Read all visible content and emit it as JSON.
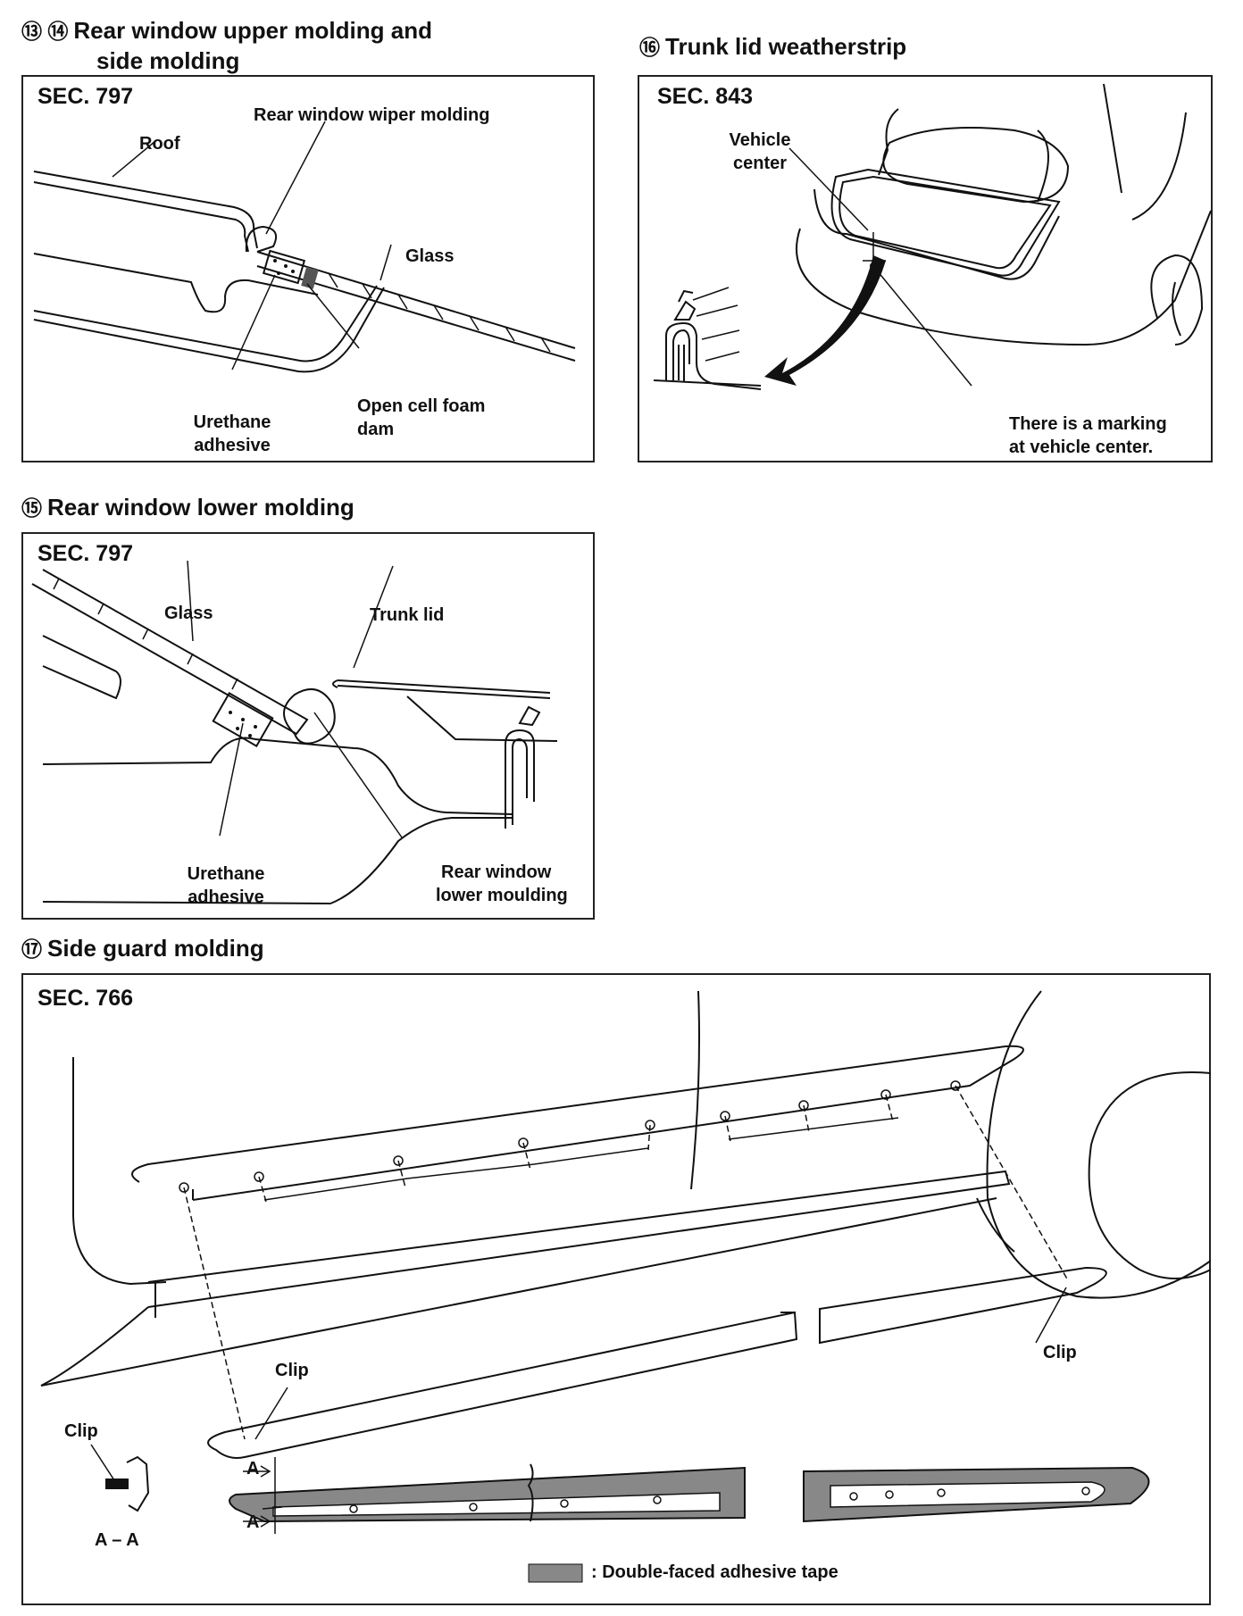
{
  "sections": {
    "s13_14": {
      "num": "⑬ ⑭",
      "title_line1": "Rear window upper molding and",
      "title_line2": "side molding",
      "sec": "SEC. 797",
      "labels": {
        "wiper": "Rear window wiper molding",
        "roof": "Roof",
        "glass": "Glass",
        "urethane_1": "Urethane",
        "urethane_2": "adhesive",
        "foam_1": "Open cell foam",
        "foam_2": "dam"
      }
    },
    "s16": {
      "num": "⑯",
      "title": "Trunk lid weatherstrip",
      "sec": "SEC. 843",
      "labels": {
        "vehicle_1": "Vehicle",
        "vehicle_2": "center",
        "marking_1": "There is a marking",
        "marking_2": "at vehicle center."
      }
    },
    "s15": {
      "num": "⑮",
      "title": "Rear window lower molding",
      "sec": "SEC. 797",
      "labels": {
        "glass": "Glass",
        "trunk": "Trunk lid",
        "urethane_1": "Urethane",
        "urethane_2": "adhesive",
        "lower_1": "Rear window",
        "lower_2": "lower moulding"
      }
    },
    "s17": {
      "num": "⑰",
      "title": "Side guard molding",
      "sec": "SEC. 766",
      "labels": {
        "clip_front": "Clip",
        "clip_rear": "Clip",
        "clip_section": "Clip",
        "section_aa": "A – A",
        "a_top": "A",
        "a_bottom": "A",
        "legend": ": Double-faced adhesive tape"
      }
    }
  }
}
